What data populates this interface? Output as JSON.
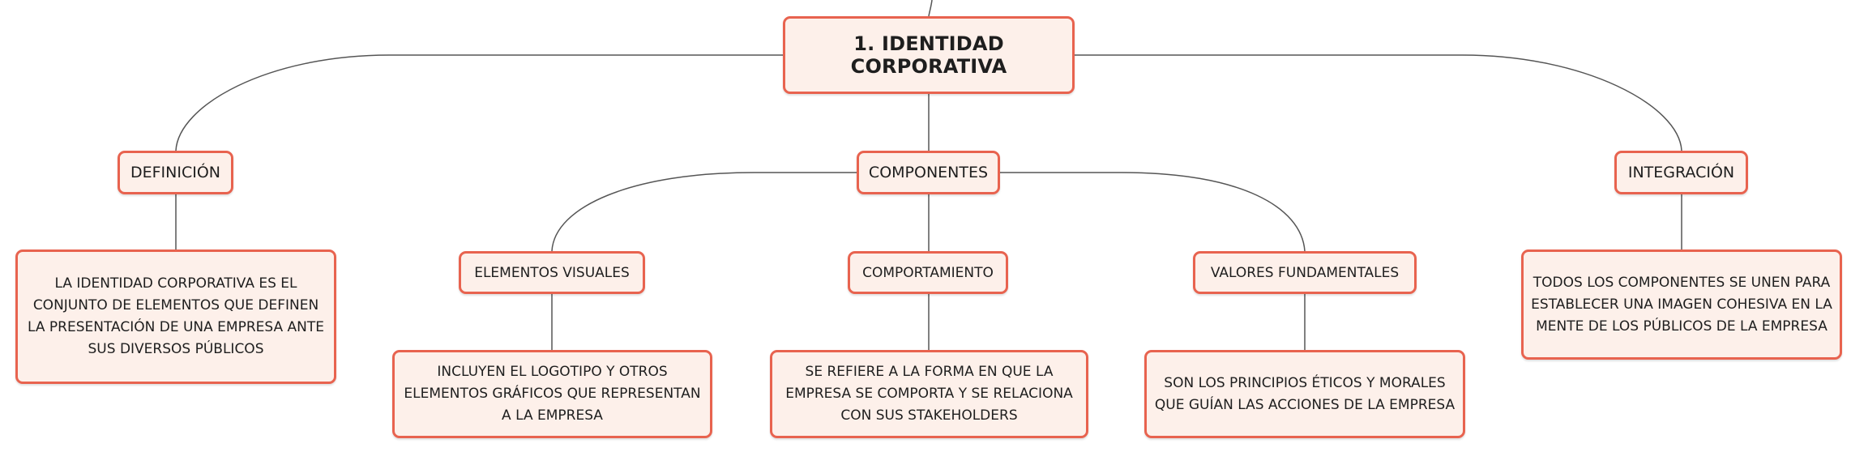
{
  "colors": {
    "node_fill": "#fdf0ea",
    "node_border": "#e8634f",
    "connector": "#555555",
    "text": "#1e1e1e"
  },
  "diagram": {
    "root": "1. IDENTIDAD CORPORATIVA",
    "definicion": {
      "label": "DEFINICIÓN",
      "description": "LA IDENTIDAD CORPORATIVA ES EL CONJUNTO DE ELEMENTOS QUE DEFINEN LA PRESENTACIÓN DE UNA EMPRESA ANTE SUS DIVERSOS PÚBLICOS"
    },
    "componentes": {
      "label": "COMPONENTES",
      "children": [
        {
          "label": "ELEMENTOS VISUALES",
          "description": "INCLUYEN EL LOGOTIPO Y OTROS ELEMENTOS GRÁFICOS QUE REPRESENTAN A LA EMPRESA"
        },
        {
          "label": "COMPORTAMIENTO",
          "description": "SE REFIERE A LA FORMA EN QUE LA EMPRESA SE COMPORTA Y SE RELACIONA CON SUS STAKEHOLDERS"
        },
        {
          "label": "VALORES FUNDAMENTALES",
          "description": "SON LOS PRINCIPIOS ÉTICOS Y MORALES QUE GUÍAN LAS ACCIONES DE LA EMPRESA"
        }
      ]
    },
    "integracion": {
      "label": "INTEGRACIÓN",
      "description": "TODOS LOS COMPONENTES SE UNEN PARA ESTABLECER UNA IMAGEN COHESIVA EN LA MENTE DE LOS PÚBLICOS DE LA EMPRESA"
    }
  }
}
